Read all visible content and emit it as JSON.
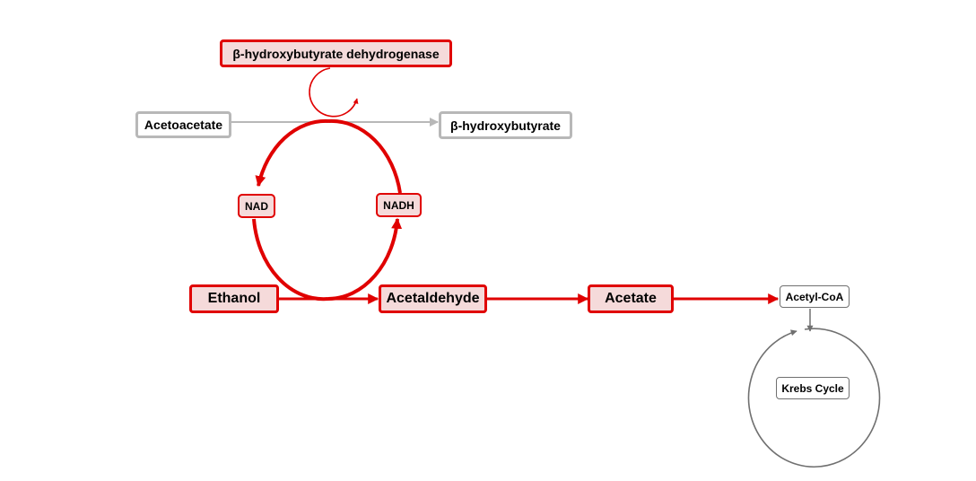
{
  "enzyme": {
    "label": "β-hydroxybutyrate dehydrogenase"
  },
  "side_reaction": {
    "substrate": "Acetoacetate",
    "product": "β-hydroxybutyrate"
  },
  "cofactors": {
    "oxidized": "NAD",
    "reduced": "NADH"
  },
  "main_pathway": {
    "step1": "Ethanol",
    "step2": "Acetaldehyde",
    "step3": "Acetate",
    "step4": "Acetyl-CoA"
  },
  "cycle": {
    "label": "Krebs Cycle"
  },
  "colors": {
    "pathway_red": "#e00000",
    "node_fill": "#f5dada",
    "side_gray": "#b8b8b8",
    "cycle_gray": "#707070"
  }
}
